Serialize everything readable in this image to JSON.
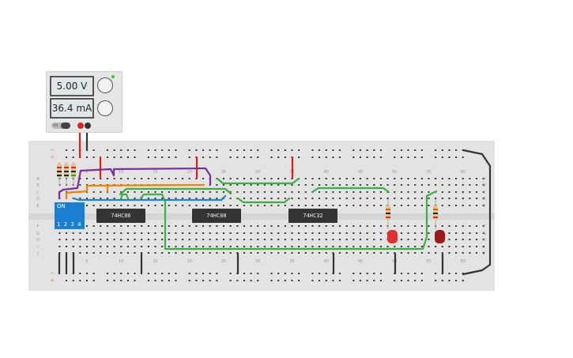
{
  "power_supply": {
    "voltage": "5.00 V",
    "current": "36.4 mA",
    "power_switch_label": "ON"
  },
  "breadboard": {
    "row_labels_top": [
      "A",
      "B",
      "C",
      "D",
      "E"
    ],
    "row_labels_bottom": [
      "F",
      "G",
      "H",
      "I",
      "J"
    ],
    "column_numbers": [
      "5",
      "10",
      "15",
      "20",
      "25",
      "30",
      "35",
      "40",
      "45",
      "50",
      "55",
      "60"
    ],
    "rail_minus": "−",
    "rail_plus": "+"
  },
  "chips": [
    {
      "label": "74HC86"
    },
    {
      "label": "74HC08"
    },
    {
      "label": "74HC32"
    }
  ],
  "dip_switch": {
    "on_label": "ON",
    "switch_numbers": [
      "1",
      "2",
      "3",
      "4"
    ]
  },
  "colors": {
    "board": "#e3e3e3",
    "wire_red": "#e01b1b",
    "wire_purple": "#7b2d9a",
    "wire_orange": "#f08400",
    "wire_blue": "#1b86d0",
    "wire_green": "#3cb043",
    "wire_black": "#333333",
    "dip_blue": "#1a7fd1",
    "led_red": "#e03030",
    "led_dark": "#9a1a1a"
  }
}
